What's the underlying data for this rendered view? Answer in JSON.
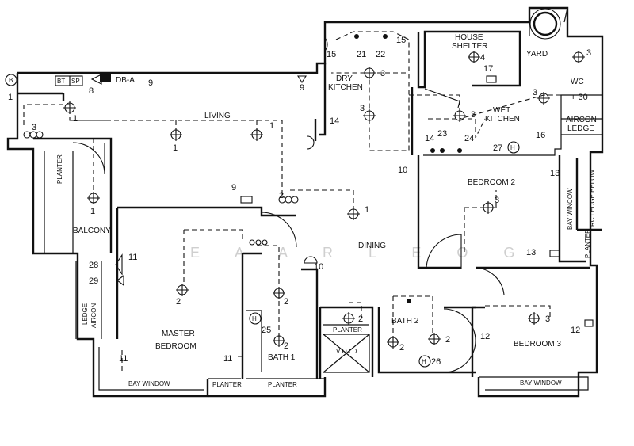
{
  "rooms": {
    "living": "LIVING",
    "dry_kitchen_1": "DRY",
    "dry_kitchen_2": "KITCHEN",
    "house_shelter_1": "HOUSE",
    "house_shelter_2": "SHELTER",
    "yard": "YARD",
    "wc": "WC",
    "wet_kitchen_1": "WET",
    "wet_kitchen_2": "KITCHEN",
    "aircon_ledge_1": "AIRCON",
    "aircon_ledge_2": "LEDGE",
    "bedroom2": "BEDROOM 2",
    "bay_window_v": "BAY WINCOW",
    "rc_ledge_below": "RC LEDGE BELOW",
    "planter_right": "PLANTER",
    "balcony": "BALCONY",
    "planter_left": "PLANTER",
    "dining": "DINING",
    "master_1": "MASTER",
    "master_2": "BEDROOM",
    "ledge_aircon_1": "LEDGE",
    "ledge_aircon_2": "AIRCON",
    "bath1": "BATH 1",
    "bath2": "BATH 2",
    "planter_mid": "PLANTER",
    "void": "V O I D",
    "bedroom3": "BEDROOM 3",
    "bay_window_1": "BAY WINDOW",
    "planter_b1": "PLANTER",
    "planter_b2": "PLANTER",
    "bay_window_2": "BAY WINDOW"
  },
  "panel": {
    "bt": "BT",
    "sp": "SP",
    "db": "DB-A",
    "entry": "B"
  },
  "watermark": "E A A R L E O G",
  "fixture_numbers": {
    "n1a": "1",
    "n8": "8",
    "n9a": "9",
    "n9b": "9",
    "n15a": "15",
    "n21": "21",
    "n22": "22",
    "n15b": "15",
    "n4": "4",
    "n17": "17",
    "n3a": "3",
    "n3b": "3",
    "n3c": "3",
    "n3d": "3",
    "n3e": "3",
    "n30": "+ 30",
    "n1b": "1",
    "n1c": "1",
    "n1d": "1",
    "n1e": "1",
    "n1f": "1",
    "n14a": "14",
    "n14b": "14",
    "n23": "23",
    "n24": "24",
    "n27": "27",
    "n16": "16",
    "n10a": "10",
    "n13a": "13",
    "n3f": "3",
    "n9c": "9",
    "n2a": "2",
    "n1g": "1",
    "n13b": "13",
    "n28": "28",
    "n11a": "11",
    "n29": "29",
    "n10b": "10",
    "n2b": "2",
    "n2c": "2",
    "n25": "25",
    "n2d": "2",
    "n2e": "2",
    "n2f": "2",
    "n2g": "2",
    "n26": "26",
    "n3g": "3",
    "n12a": "12",
    "n12b": "12",
    "n11b": "11",
    "n11c": "11",
    "n3h": "3"
  }
}
